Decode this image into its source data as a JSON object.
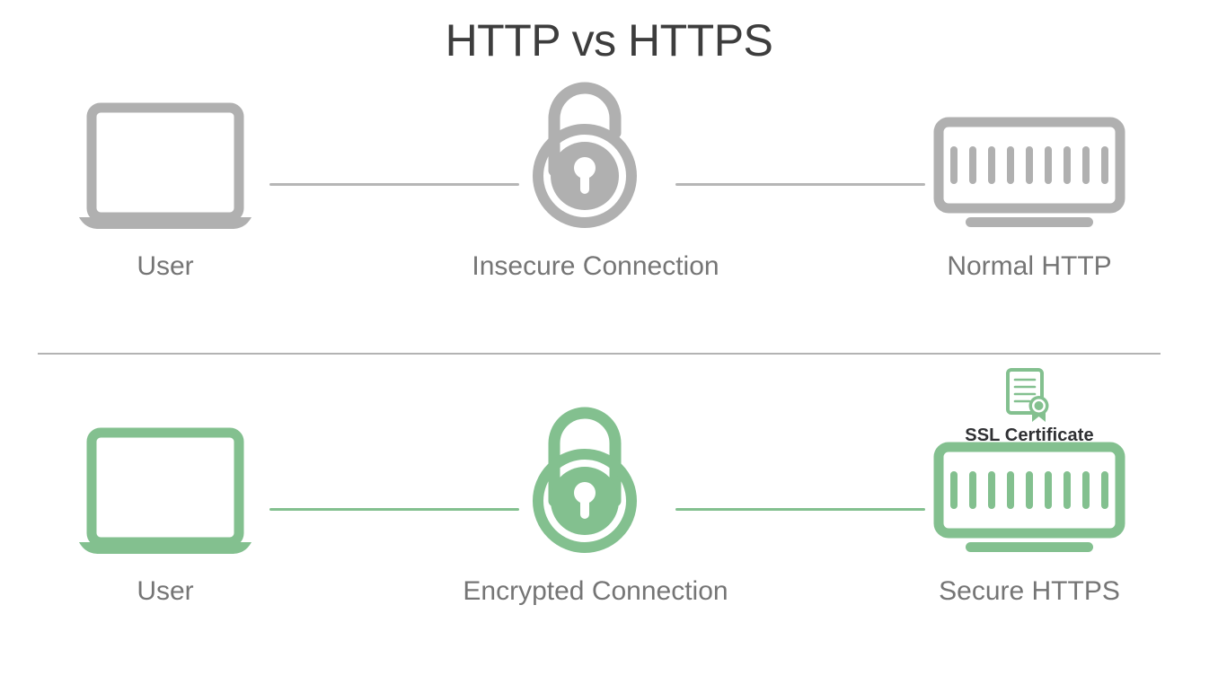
{
  "title": "HTTP vs HTTPS",
  "colors": {
    "title": "#3d3d3d",
    "label": "#757575",
    "gray": "#b0b0b0",
    "gray_line": "#b6b6b6",
    "green": "#83c08f",
    "divider": "#b3b3b3",
    "certificate_text": "#2f3033",
    "background": "#ffffff"
  },
  "rows": [
    {
      "id": "http",
      "variant": "insecure",
      "color": "#b0b0b0",
      "nodes": {
        "user": {
          "label": "User",
          "icon": "laptop-icon"
        },
        "connection": {
          "label": "Insecure Connection",
          "icon": "open-padlock-icon"
        },
        "server": {
          "label": "Normal HTTP",
          "icon": "server-icon",
          "server_bars": 9
        }
      },
      "lines": [
        {
          "name": "connection-line-user-to-lock"
        },
        {
          "name": "connection-line-lock-to-server"
        }
      ]
    },
    {
      "id": "https",
      "variant": "secure",
      "color": "#83c08f",
      "nodes": {
        "user": {
          "label": "User",
          "icon": "laptop-icon"
        },
        "connection": {
          "label": "Encrypted Connection",
          "icon": "closed-padlock-icon"
        },
        "server": {
          "label": "Secure HTTPS",
          "icon": "server-icon",
          "server_bars": 9
        }
      },
      "lines": [
        {
          "name": "connection-line-user-to-lock"
        },
        {
          "name": "connection-line-lock-to-server"
        }
      ],
      "badge": {
        "label": "SSL Certificate",
        "icon": "ssl-certificate-icon"
      }
    }
  ]
}
